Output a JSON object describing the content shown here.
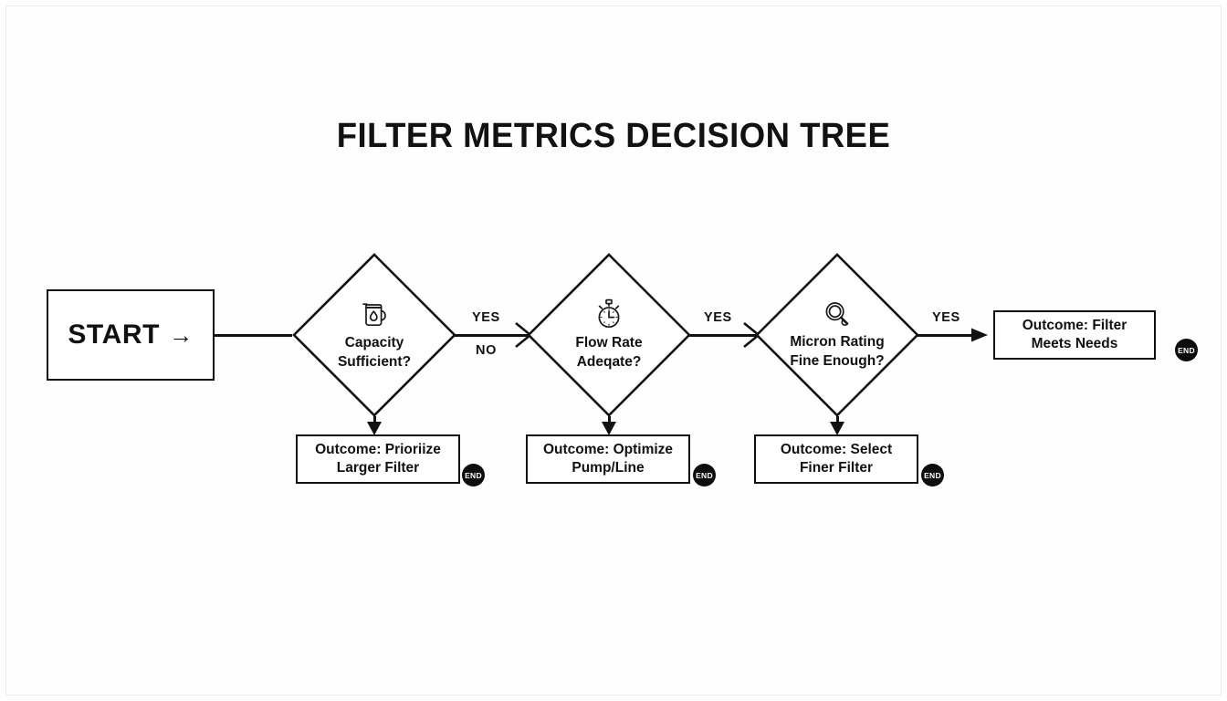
{
  "page": {
    "title": "FILTER METRICS DECISION TREE",
    "background_color": "#fefefe",
    "line_color": "#111111",
    "badge_color": "#0d0d0d"
  },
  "start": {
    "label": "START",
    "arrow": "→"
  },
  "decisions": [
    {
      "id": "capacity",
      "icon": "water-pitcher-icon",
      "line1": "Capacity",
      "line2": "Sufficient?"
    },
    {
      "id": "flow-rate",
      "icon": "stopwatch-icon",
      "line1": "Flow Rate",
      "line2": "Adeqate?"
    },
    {
      "id": "micron-rating",
      "icon": "magnifier-icon",
      "line1": "Micron Rating",
      "line2": "Fine Enough?"
    }
  ],
  "edges": {
    "yes": "YES",
    "no": "NO",
    "labels": [
      {
        "yes": "YES",
        "no": "NO"
      },
      {
        "yes": "YES",
        "no": ""
      },
      {
        "yes": "YES",
        "no": ""
      }
    ]
  },
  "outcomes": [
    {
      "id": "prioritize-larger-filter",
      "line1": "Outcome: Prioriize",
      "line2": "Larger Filter",
      "badge": "END"
    },
    {
      "id": "optimize-pump-line",
      "line1": "Outcome: Optimize",
      "line2": "Pump/Line",
      "badge": "END"
    },
    {
      "id": "select-finer-filter",
      "line1": "Outcome: Select",
      "line2": "Finer Filter",
      "badge": "END"
    }
  ],
  "final_outcome": {
    "id": "filter-meets-needs",
    "line1": "Outcome: Filter",
    "line2": "Meets Needs",
    "badge": "END"
  }
}
